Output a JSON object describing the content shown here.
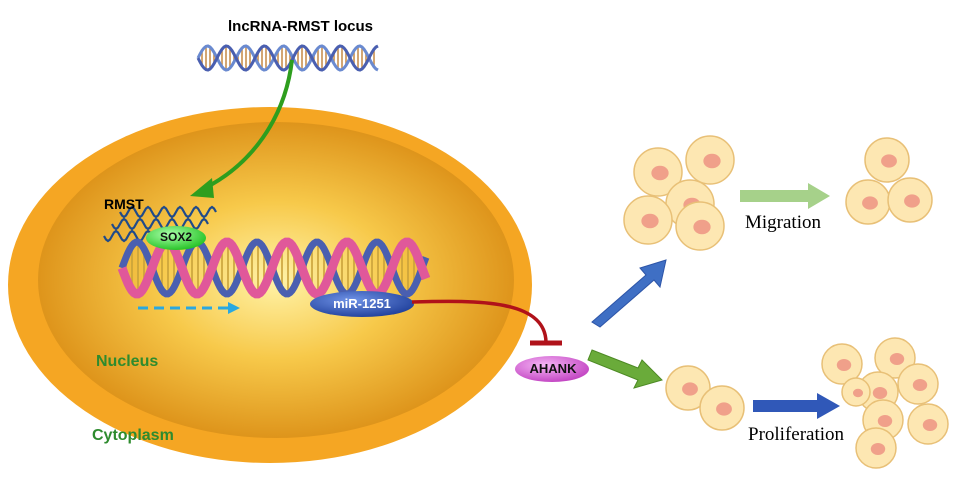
{
  "labels": {
    "locus": "lncRNA-RMST locus",
    "rmst": "RMST",
    "sox2": "SOX2",
    "mir": "miR-1251",
    "ahank": "AHANK",
    "nucleus": "Nucleus",
    "cytoplasm": "Cytoplasm",
    "migration": "Migration",
    "proliferation": "Proliferation"
  },
  "colors": {
    "cell_outer": "#f5a623",
    "nucleus_center": "#ffe98a",
    "nucleus_edge": "#e8a020",
    "green_arrow": "#2e9e1e",
    "inhibition_line": "#b0121a",
    "blue_arrow": "#3f6fc4",
    "green_fat_arrow": "#6aab3a",
    "migration_arrow": "#a6d18a",
    "prolif_arrow": "#3058b8",
    "dna_pink": "#e0589a",
    "dna_blue": "#4a5fb0",
    "cell_fill": "#fde7b2",
    "cell_nucleus": "#f0a08a",
    "sox2_fill": "#3bdc3b",
    "mir_fill": "#2c54b8",
    "ahank_fill": "#d86ad8"
  }
}
